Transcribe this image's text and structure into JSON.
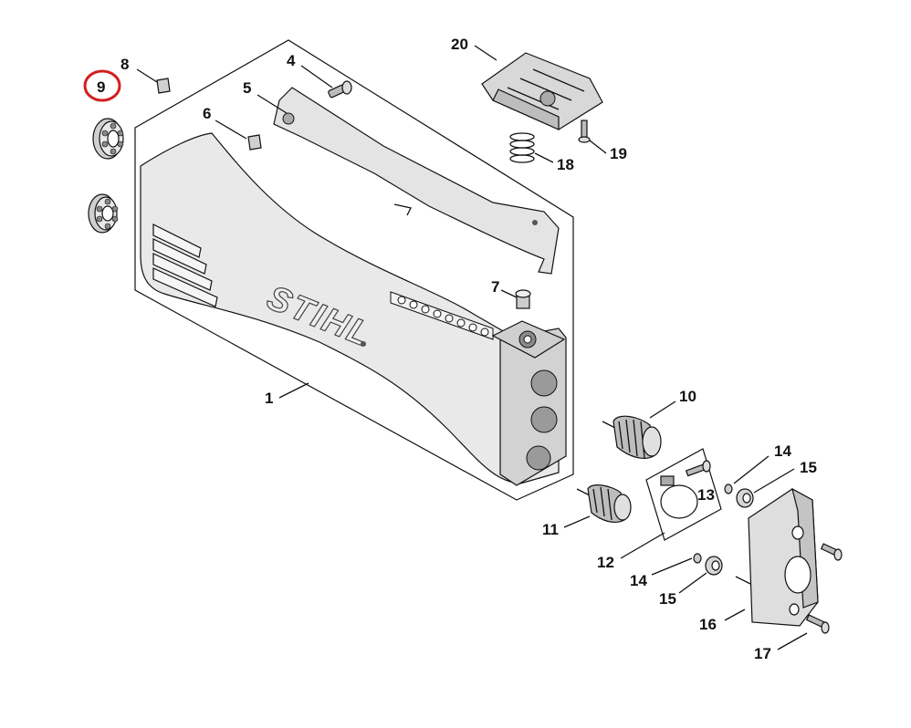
{
  "diagram": {
    "brand_text": "STIHL",
    "highlighted_callout": "9",
    "highlight_color": "#d11f1f",
    "callouts": {
      "c1": "1",
      "c4": "4",
      "c5": "5",
      "c6": "6",
      "c7": "7",
      "c8": "8",
      "c9": "9",
      "c10": "10",
      "c11": "11",
      "c12": "12",
      "c13": "13",
      "c14a": "14",
      "c14b": "14",
      "c15a": "15",
      "c15b": "15",
      "c16": "16",
      "c17": "17",
      "c18": "18",
      "c19": "19",
      "c20": "20"
    }
  }
}
